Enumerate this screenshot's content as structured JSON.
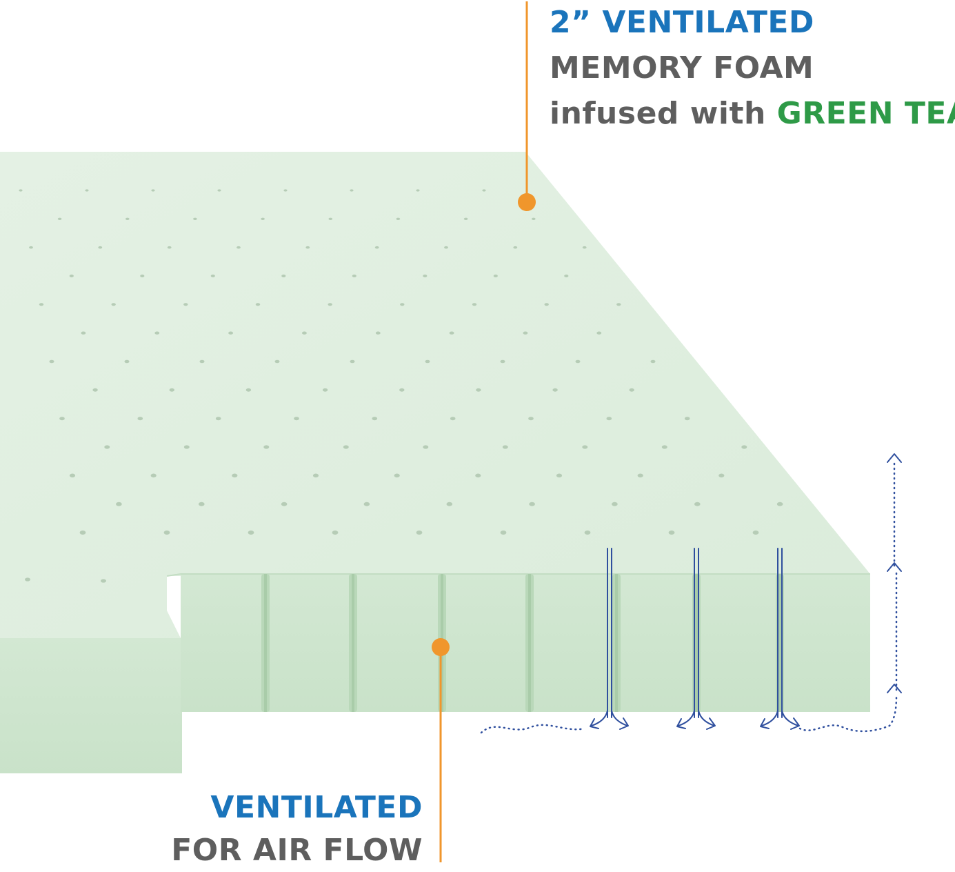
{
  "colors": {
    "blue": "#1a74bb",
    "gray": "#5e5e5e",
    "green": "#2e9a47",
    "orange": "#f0962c",
    "arrow": "#2f4f9e",
    "foam_top": "#e2efe2",
    "foam_side": "#cfe5cf",
    "foam_edge": "#b9d8b9",
    "hole": "#b6ccb6"
  },
  "top_callout": {
    "line1": "2” VENTILATED",
    "line2": "MEMORY FOAM",
    "line3_prefix": "infused with ",
    "line3_highlight": "GREEN TEA"
  },
  "bottom_callout": {
    "line1": "VENTILATED",
    "line2": "FOR AIR FLOW"
  },
  "icons": {
    "airflow": "airflow-arrows-icon",
    "pointer": "callout-dot-icon"
  }
}
